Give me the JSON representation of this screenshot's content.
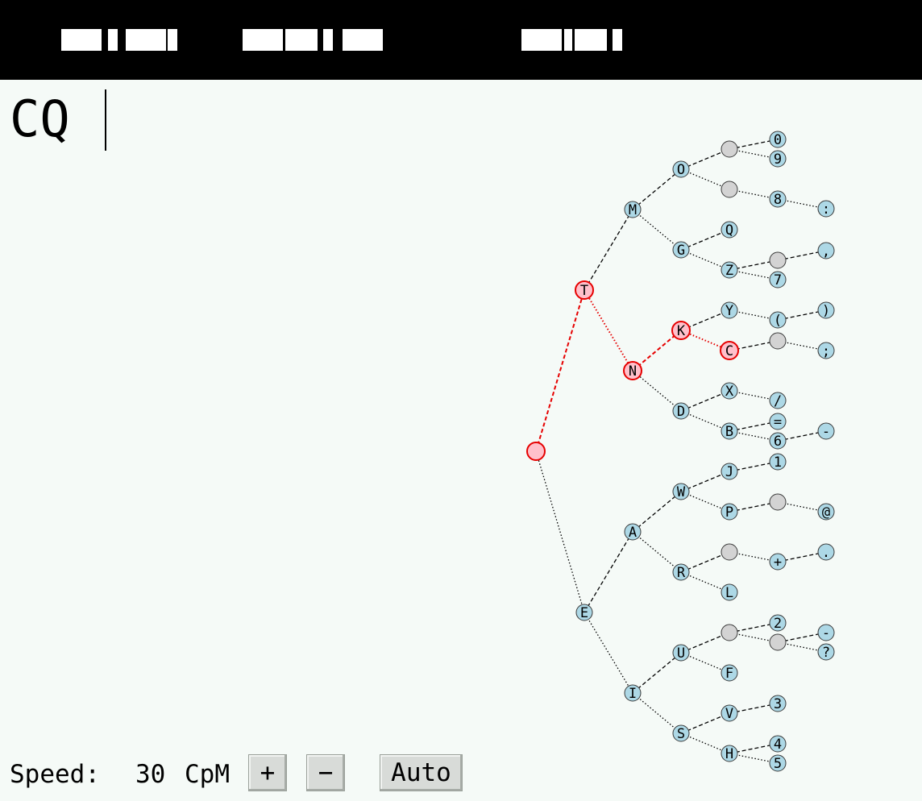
{
  "header": {
    "morse_display": "morse code pattern"
  },
  "input": {
    "typed_text": "CQ"
  },
  "tree": {
    "root": "",
    "highlight_path": [
      "",
      "T",
      "N",
      "K",
      "C"
    ],
    "nodes": [
      {
        "id": "root",
        "label": "",
        "kind": "empty"
      },
      {
        "id": "T",
        "label": "T",
        "kind": "letter"
      },
      {
        "id": "E",
        "label": "E",
        "kind": "letter"
      },
      {
        "id": "M",
        "label": "M",
        "kind": "letter"
      },
      {
        "id": "N",
        "label": "N",
        "kind": "letter"
      },
      {
        "id": "A",
        "label": "A",
        "kind": "letter"
      },
      {
        "id": "I",
        "label": "I",
        "kind": "letter"
      },
      {
        "id": "O",
        "label": "O",
        "kind": "letter"
      },
      {
        "id": "G",
        "label": "G",
        "kind": "letter"
      },
      {
        "id": "K",
        "label": "K",
        "kind": "letter"
      },
      {
        "id": "D",
        "label": "D",
        "kind": "letter"
      },
      {
        "id": "W",
        "label": "W",
        "kind": "letter"
      },
      {
        "id": "R",
        "label": "R",
        "kind": "letter"
      },
      {
        "id": "U",
        "label": "U",
        "kind": "letter"
      },
      {
        "id": "S",
        "label": "S",
        "kind": "letter"
      },
      {
        "id": "Q",
        "label": "Q",
        "kind": "letter"
      },
      {
        "id": "Z",
        "label": "Z",
        "kind": "letter"
      },
      {
        "id": "Y",
        "label": "Y",
        "kind": "letter"
      },
      {
        "id": "C",
        "label": "C",
        "kind": "letter"
      },
      {
        "id": "X",
        "label": "X",
        "kind": "letter"
      },
      {
        "id": "B",
        "label": "B",
        "kind": "letter"
      },
      {
        "id": "J",
        "label": "J",
        "kind": "letter"
      },
      {
        "id": "P",
        "label": "P",
        "kind": "letter"
      },
      {
        "id": "L",
        "label": "L",
        "kind": "letter"
      },
      {
        "id": "F",
        "label": "F",
        "kind": "letter"
      },
      {
        "id": "V",
        "label": "V",
        "kind": "letter"
      },
      {
        "id": "H",
        "label": "H",
        "kind": "letter"
      },
      {
        "id": "O1",
        "label": "",
        "kind": "empty"
      },
      {
        "id": "O2",
        "label": "",
        "kind": "empty"
      },
      {
        "id": "Z1",
        "label": "",
        "kind": "empty"
      },
      {
        "id": "C1",
        "label": "",
        "kind": "empty"
      },
      {
        "id": "P1",
        "label": "",
        "kind": "empty"
      },
      {
        "id": "R1",
        "label": "",
        "kind": "empty"
      },
      {
        "id": "U1",
        "label": "",
        "kind": "empty"
      },
      {
        "id": "U2",
        "label": "",
        "kind": "empty"
      },
      {
        "id": "n0",
        "label": "0",
        "kind": "digit"
      },
      {
        "id": "n9",
        "label": "9",
        "kind": "digit"
      },
      {
        "id": "n8",
        "label": "8",
        "kind": "digit"
      },
      {
        "id": "n7",
        "label": "7",
        "kind": "digit"
      },
      {
        "id": "lp",
        "label": "(",
        "kind": "symbol"
      },
      {
        "id": "sl",
        "label": "/",
        "kind": "symbol"
      },
      {
        "id": "eq",
        "label": "=",
        "kind": "symbol"
      },
      {
        "id": "n6",
        "label": "6",
        "kind": "digit"
      },
      {
        "id": "n1",
        "label": "1",
        "kind": "digit"
      },
      {
        "id": "pl",
        "label": "+",
        "kind": "symbol"
      },
      {
        "id": "n2",
        "label": "2",
        "kind": "digit"
      },
      {
        "id": "n3",
        "label": "3",
        "kind": "digit"
      },
      {
        "id": "n4",
        "label": "4",
        "kind": "digit"
      },
      {
        "id": "n5",
        "label": "5",
        "kind": "digit"
      },
      {
        "id": "co",
        "label": ":",
        "kind": "symbol"
      },
      {
        "id": "cm",
        "label": ",",
        "kind": "symbol"
      },
      {
        "id": "rp",
        "label": ")",
        "kind": "symbol"
      },
      {
        "id": "sc",
        "label": ";",
        "kind": "symbol"
      },
      {
        "id": "hy",
        "label": "-",
        "kind": "symbol"
      },
      {
        "id": "at",
        "label": "@",
        "kind": "symbol"
      },
      {
        "id": "pd",
        "label": ".",
        "kind": "symbol"
      },
      {
        "id": "h2",
        "label": "-",
        "kind": "symbol"
      },
      {
        "id": "qm",
        "label": "?",
        "kind": "symbol"
      }
    ],
    "edges": [
      {
        "from": "root",
        "to": "T",
        "mark": "dash"
      },
      {
        "from": "root",
        "to": "E",
        "mark": "dot"
      },
      {
        "from": "T",
        "to": "M",
        "mark": "dash"
      },
      {
        "from": "T",
        "to": "N",
        "mark": "dot"
      },
      {
        "from": "E",
        "to": "A",
        "mark": "dash"
      },
      {
        "from": "E",
        "to": "I",
        "mark": "dot"
      },
      {
        "from": "M",
        "to": "O",
        "mark": "dash"
      },
      {
        "from": "M",
        "to": "G",
        "mark": "dot"
      },
      {
        "from": "N",
        "to": "K",
        "mark": "dash"
      },
      {
        "from": "N",
        "to": "D",
        "mark": "dot"
      },
      {
        "from": "A",
        "to": "W",
        "mark": "dash"
      },
      {
        "from": "A",
        "to": "R",
        "mark": "dot"
      },
      {
        "from": "I",
        "to": "U",
        "mark": "dash"
      },
      {
        "from": "I",
        "to": "S",
        "mark": "dot"
      },
      {
        "from": "O",
        "to": "O1",
        "mark": "dash"
      },
      {
        "from": "O",
        "to": "O2",
        "mark": "dot"
      },
      {
        "from": "G",
        "to": "Q",
        "mark": "dash"
      },
      {
        "from": "G",
        "to": "Z",
        "mark": "dot"
      },
      {
        "from": "K",
        "to": "Y",
        "mark": "dash"
      },
      {
        "from": "K",
        "to": "C",
        "mark": "dot"
      },
      {
        "from": "D",
        "to": "X",
        "mark": "dash"
      },
      {
        "from": "D",
        "to": "B",
        "mark": "dot"
      },
      {
        "from": "W",
        "to": "J",
        "mark": "dash"
      },
      {
        "from": "W",
        "to": "P",
        "mark": "dot"
      },
      {
        "from": "R",
        "to": "R1",
        "mark": "dash"
      },
      {
        "from": "R",
        "to": "L",
        "mark": "dot"
      },
      {
        "from": "U",
        "to": "U1",
        "mark": "dash"
      },
      {
        "from": "U",
        "to": "F",
        "mark": "dot"
      },
      {
        "from": "S",
        "to": "V",
        "mark": "dash"
      },
      {
        "from": "S",
        "to": "H",
        "mark": "dot"
      },
      {
        "from": "O1",
        "to": "n0",
        "mark": "dash"
      },
      {
        "from": "O1",
        "to": "n9",
        "mark": "dot"
      },
      {
        "from": "O2",
        "to": "n8",
        "mark": "dot"
      },
      {
        "from": "Z",
        "to": "Z1",
        "mark": "dash"
      },
      {
        "from": "Z",
        "to": "n7",
        "mark": "dot"
      },
      {
        "from": "Y",
        "to": "lp",
        "mark": "dot"
      },
      {
        "from": "C",
        "to": "C1",
        "mark": "dash"
      },
      {
        "from": "X",
        "to": "sl",
        "mark": "dot"
      },
      {
        "from": "B",
        "to": "eq",
        "mark": "dash"
      },
      {
        "from": "B",
        "to": "n6",
        "mark": "dot"
      },
      {
        "from": "J",
        "to": "n1",
        "mark": "dash"
      },
      {
        "from": "P",
        "to": "P1",
        "mark": "dash"
      },
      {
        "from": "R1",
        "to": "pl",
        "mark": "dot"
      },
      {
        "from": "U1",
        "to": "n2",
        "mark": "dash"
      },
      {
        "from": "U1",
        "to": "U2",
        "mark": "dot"
      },
      {
        "from": "V",
        "to": "n3",
        "mark": "dash"
      },
      {
        "from": "H",
        "to": "n4",
        "mark": "dash"
      },
      {
        "from": "H",
        "to": "n5",
        "mark": "dot"
      },
      {
        "from": "n8",
        "to": "co",
        "mark": "dot"
      },
      {
        "from": "Z1",
        "to": "cm",
        "mark": "dash"
      },
      {
        "from": "lp",
        "to": "rp",
        "mark": "dash"
      },
      {
        "from": "C1",
        "to": "sc",
        "mark": "dot"
      },
      {
        "from": "n6",
        "to": "hy",
        "mark": "dash"
      },
      {
        "from": "P1",
        "to": "at",
        "mark": "dot"
      },
      {
        "from": "pl",
        "to": "pd",
        "mark": "dash"
      },
      {
        "from": "U2",
        "to": "h2",
        "mark": "dash"
      },
      {
        "from": "U2",
        "to": "qm",
        "mark": "dot"
      }
    ]
  },
  "colors": {
    "node_fill": "#add8e6",
    "empty_fill": "#d3d3d3",
    "highlight_fill": "#ffc0cb",
    "highlight_stroke": "#e60000",
    "edge": "#000000",
    "background": "#f5faf7"
  },
  "speed": {
    "label": "Speed:",
    "value": "30",
    "unit": "CpM",
    "increase_label": "+",
    "decrease_label": "−",
    "auto_label": "Auto"
  }
}
